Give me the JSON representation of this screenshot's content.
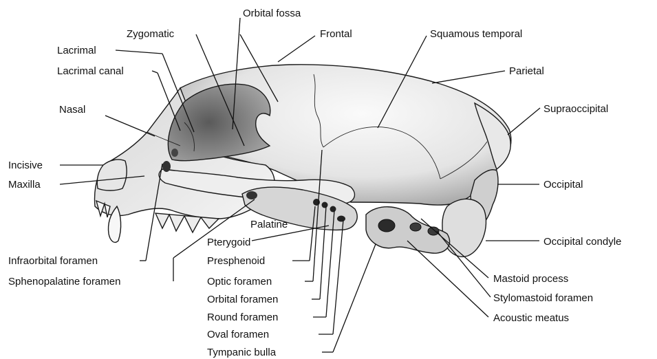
{
  "labels": {
    "orbital_fossa": "Orbital fossa",
    "zygomatic": "Zygomatic",
    "frontal": "Frontal",
    "squamous_temporal": "Squamous temporal",
    "lacrimal": "Lacrimal",
    "lacrimal_canal": "Lacrimal canal",
    "parietal": "Parietal",
    "nasal": "Nasal",
    "supraoccipital": "Supraoccipital",
    "incisive": "Incisive",
    "maxilla": "Maxilla",
    "occipital": "Occipital",
    "palatine": "Palatine",
    "occipital_condyle": "Occipital condyle",
    "pterygoid": "Pterygoid",
    "presphenoid": "Presphenoid",
    "infraorbital_foramen": "Infraorbital foramen",
    "mastoid_process": "Mastoid process",
    "sphenopalatine_foramen": "Sphenopalatine foramen",
    "optic_foramen": "Optic foramen",
    "stylomastoid_foramen": "Stylomastoid foramen",
    "orbital_foramen": "Orbital foramen",
    "acoustic_meatus": "Acoustic meatus",
    "round_foramen": "Round foramen",
    "oval_foramen": "Oval foramen",
    "tympanic_bulla": "Tympanic bulla"
  },
  "colors": {
    "ink": "#111111",
    "bone_light": "#f1f1f1",
    "bone_mid": "#c9c9c9",
    "bone_dark": "#6f6f6f",
    "background": "#ffffff"
  }
}
